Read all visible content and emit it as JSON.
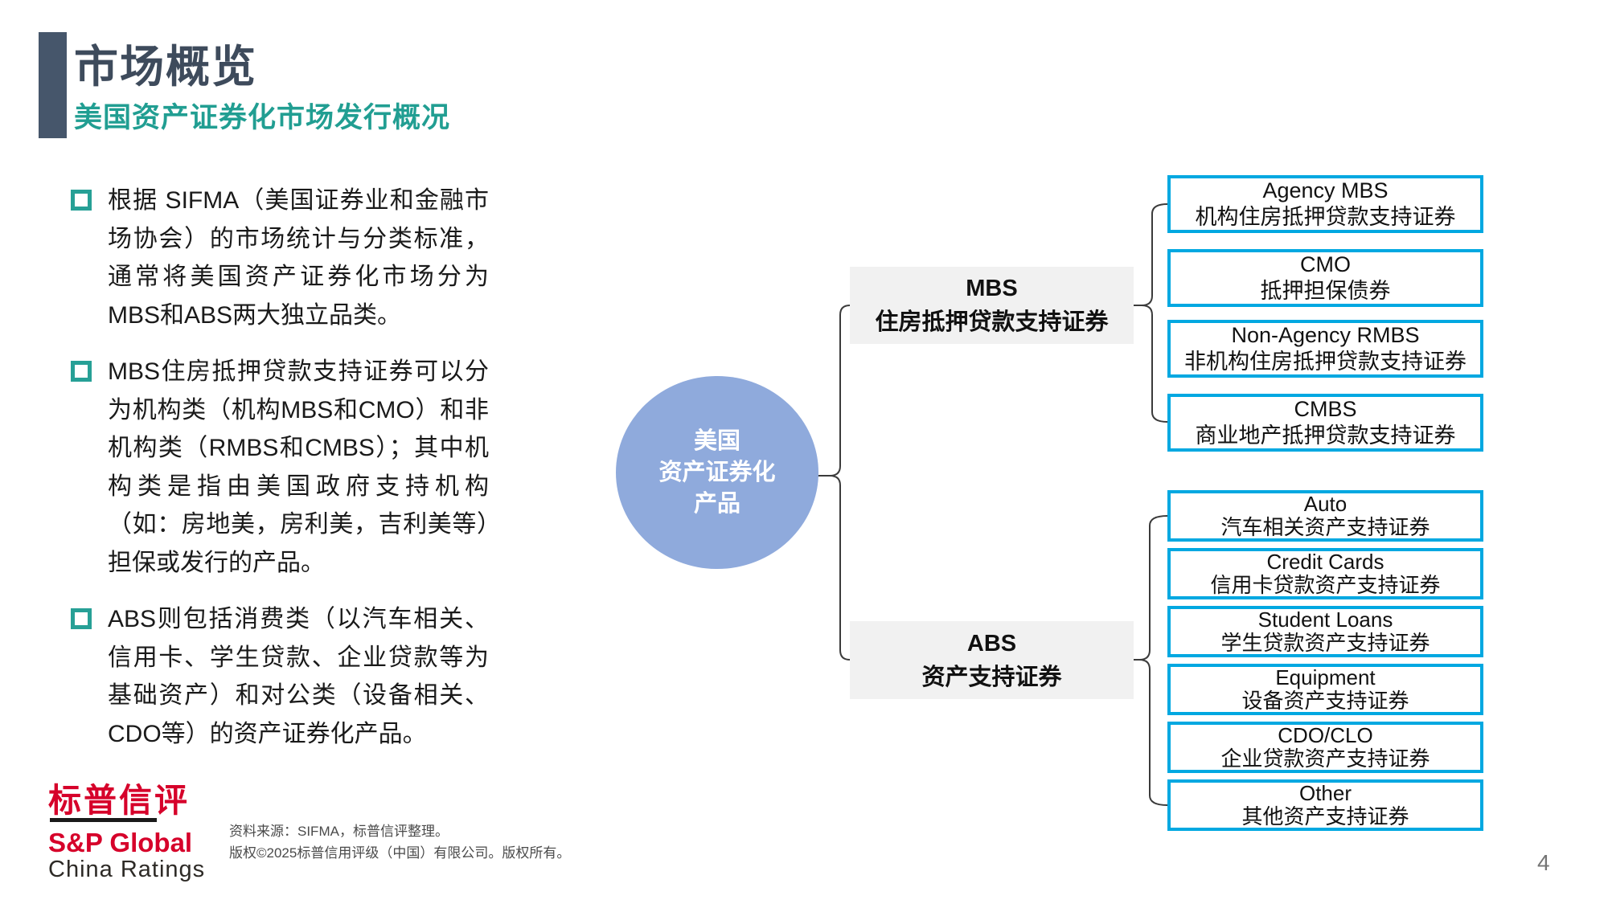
{
  "header": {
    "title": "市场概览",
    "subtitle": "美国资产证券化市场发行概况"
  },
  "bullets": [
    {
      "text": "根据 SIFMA（美国证券业和金融市场协会）的市场统计与分类标准，通常将美国资产证券化市场分为MBS和ABS两大独立品类。"
    },
    {
      "text": "MBS住房抵押贷款支持证券可以分为机构类（机构MBS和CMO）和非机构类（RMBS和CMBS）；其中机构类是指由美国政府支持机构（如：房地美，房利美，吉利美等）担保或发行的产品。"
    },
    {
      "text": "ABS则包括消费类（以汽车相关、信用卡、学生贷款、企业贷款等为基础资产）和对公类（设备相关、CDO等）的资产证券化产品。"
    }
  ],
  "diagram": {
    "root": {
      "lines": [
        "美国",
        "资产证券化",
        "产品"
      ]
    },
    "mbs": {
      "en": "MBS",
      "zh": "住房抵押贷款支持证券",
      "children": [
        {
          "en": "Agency MBS",
          "zh": "机构住房抵押贷款支持证券"
        },
        {
          "en": "CMO",
          "zh": "抵押担保债券"
        },
        {
          "en": "Non-Agency RMBS",
          "zh": "非机构住房抵押贷款支持证券"
        },
        {
          "en": "CMBS",
          "zh": "商业地产抵押贷款支持证券"
        }
      ]
    },
    "abs": {
      "en": "ABS",
      "zh": "资产支持证券",
      "children": [
        {
          "en": "Auto",
          "zh": "汽车相关资产支持证券"
        },
        {
          "en": "Credit Cards",
          "zh": "信用卡贷款资产支持证券"
        },
        {
          "en": "Student Loans",
          "zh": "学生贷款资产支持证券"
        },
        {
          "en": "Equipment",
          "zh": "设备资产支持证券"
        },
        {
          "en": "CDO/CLO",
          "zh": "企业贷款资产支持证券"
        },
        {
          "en": "Other",
          "zh": "其他资产支持证券"
        }
      ]
    }
  },
  "footer": {
    "logo_cn": "标普信评",
    "logo_en": "S&P Global",
    "logo_sub": "China Ratings",
    "source_line1": "资料来源：SIFMA，标普信评整理。",
    "source_line2": "版权©2025标普信用评级（中国）有限公司。版权所有。",
    "page_number": "4"
  },
  "colors": {
    "accent_teal": "#219E92",
    "title_slate": "#3E4B5C",
    "bar_slate": "#46566B",
    "circle_blue": "#8FAADC",
    "node_gray": "#F1F1F1",
    "box_border_cyan": "#00A8E1",
    "logo_red": "#D6002A",
    "connector_stroke": "#3B3B3B"
  }
}
